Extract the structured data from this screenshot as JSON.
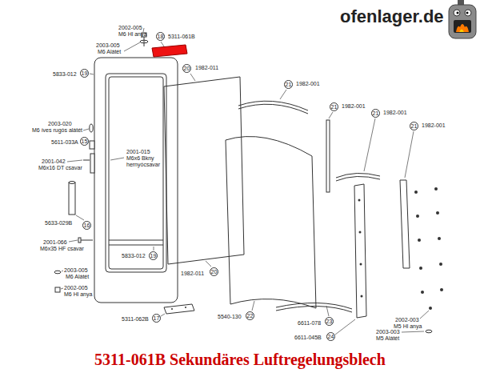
{
  "diagram": {
    "caption": "5311-061B Sekundäres Luftregelungsblech",
    "labels": [
      "ofenlager.de",
      "2002-005",
      "M6 Hl anya",
      "2003-005",
      "M6 Alátét",
      "5833-012",
      "19",
      "18",
      "5311-061B",
      "20",
      "1982-011",
      "21",
      "1982-001",
      "21",
      "1982-001",
      "21",
      "1982-001",
      "21",
      "1982-001",
      "2003-020",
      "M6 íves rugós alátét",
      "5611-033A",
      "15",
      "2001-015",
      "M6x6 Bkny",
      "hernyócsavar",
      "2001-042",
      "M6x16 DT csavar",
      "5633-029B",
      "16",
      "2001-066",
      "M6x35 HF csavar",
      "5833-012",
      "19",
      "2003-005",
      "M6 Alátét",
      "2002-005",
      "M6 Hl anya",
      "5311-062B",
      "17",
      "1982-011",
      "20",
      "5540-130",
      "22",
      "6611-078",
      "23",
      "6611-045B",
      "24",
      "2002-003",
      "M5 Hl anya",
      "2003-003",
      "M5 Alátét"
    ]
  }
}
